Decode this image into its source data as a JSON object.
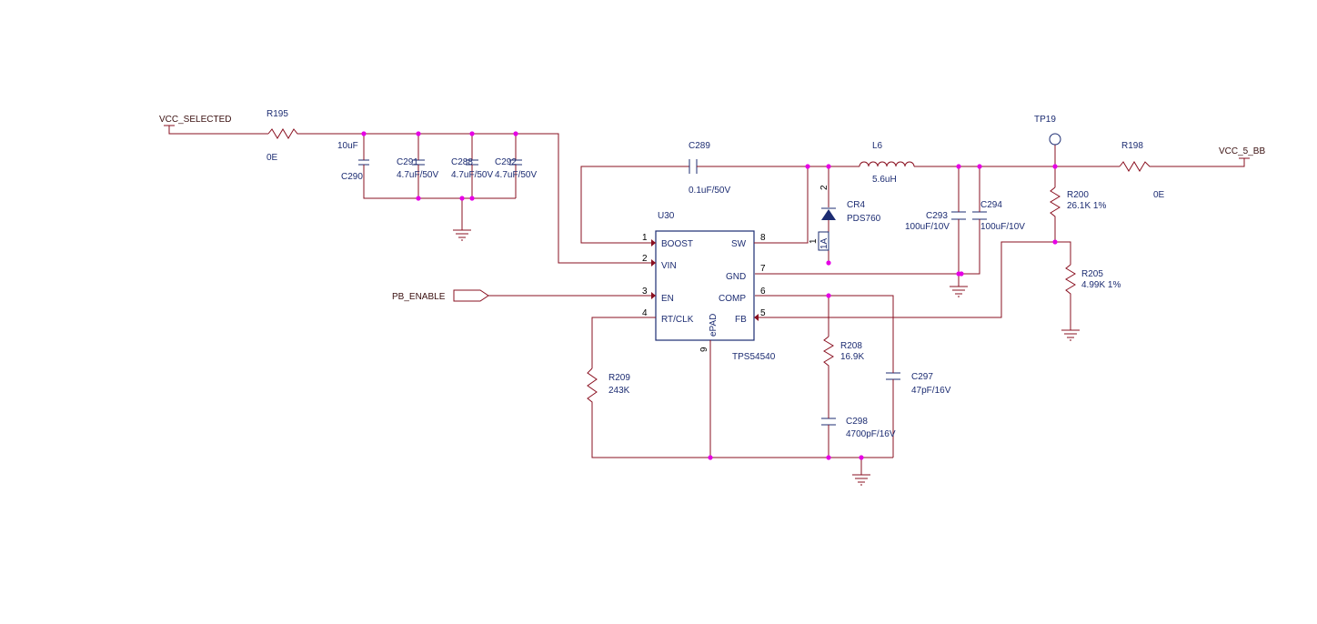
{
  "colors": {
    "wire": "#8a1020",
    "part": "#1c2c72",
    "junction": "#e600e6",
    "text": "#1c2c72"
  },
  "nets": {
    "vcc_selected": "VCC_SELECTED",
    "vcc_5_bb": "VCC_5_BB",
    "pb_enable": "PB_ENABLE"
  },
  "ic": {
    "ref": "U30",
    "part": "TPS54540",
    "pins": [
      {
        "num": "1",
        "name": "BOOST"
      },
      {
        "num": "2",
        "name": "VIN"
      },
      {
        "num": "3",
        "name": "EN"
      },
      {
        "num": "4",
        "name": "RT/CLK"
      },
      {
        "num": "8",
        "name": "SW"
      },
      {
        "num": "7",
        "name": "GND"
      },
      {
        "num": "6",
        "name": "COMP"
      },
      {
        "num": "5",
        "name": "FB"
      },
      {
        "num": "9",
        "name": "ePAD"
      }
    ]
  },
  "components": {
    "R195": {
      "ref": "R195",
      "value": "0E"
    },
    "C290": {
      "ref": "C290",
      "value": "10uF"
    },
    "C291": {
      "ref": "C291",
      "value": "4.7uF/50V"
    },
    "C288": {
      "ref": "C288",
      "value": "4.7uF/50V"
    },
    "C292": {
      "ref": "C292",
      "value": "4.7uF/50V"
    },
    "C289": {
      "ref": "C289",
      "value": "0.1uF/50V"
    },
    "L6": {
      "ref": "L6",
      "value": "5.6uH"
    },
    "CR4": {
      "ref": "CR4",
      "value": "PDS760",
      "pin_a": "2",
      "pin_k": "1",
      "package_mark": "1A"
    },
    "C293": {
      "ref": "C293",
      "value": "100uF/10V"
    },
    "C294": {
      "ref": "C294",
      "value": "100uF/10V"
    },
    "TP19": {
      "ref": "TP19"
    },
    "R198": {
      "ref": "R198",
      "value": "0E"
    },
    "R200": {
      "ref": "R200",
      "value": "26.1K 1%"
    },
    "R205": {
      "ref": "R205",
      "value": "4.99K 1%"
    },
    "R208": {
      "ref": "R208",
      "value": "16.9K"
    },
    "C298": {
      "ref": "C298",
      "value": "4700pF/16V"
    },
    "C297": {
      "ref": "C297",
      "value": "47pF/16V"
    },
    "R209": {
      "ref": "R209",
      "value": "243K"
    }
  }
}
